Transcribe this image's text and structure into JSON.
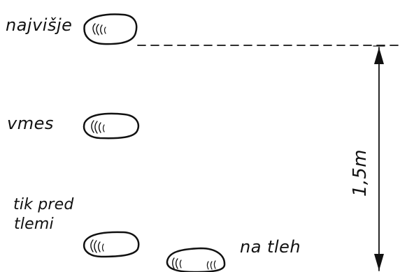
{
  "labels": {
    "top": "najvišje",
    "middle": "vmes",
    "low_line1": "tik pred",
    "low_line2": "tlemi",
    "ground": "na tleh"
  },
  "dimension": {
    "value": "1,5m"
  },
  "colors": {
    "ink": "#111111",
    "paper": "#ffffff"
  },
  "icons": {
    "stone": "stone-icon",
    "arrow": "dimension-arrow-icon"
  }
}
